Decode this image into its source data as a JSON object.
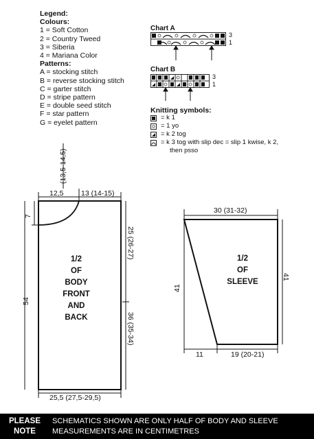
{
  "legend": {
    "title": "Legend:",
    "colours_title": "Colours:",
    "colours": [
      "1 = Soft Cotton",
      "2 = Country Tweed",
      "3 = Siberia",
      "4 = Mariana Color"
    ],
    "patterns_title": "Patterns:",
    "patterns": [
      "A = stocking stitch",
      "B = reverse stocking stitch",
      "C = garter stitch",
      "D = stripe pattern",
      "E = double seed stitch",
      "F = star pattern",
      "G = eyelet pattern"
    ]
  },
  "chart_a": {
    "title": "Chart A",
    "row_top": "3",
    "row_bottom": "1"
  },
  "chart_b": {
    "title": "Chart B",
    "row_top": "3",
    "row_bottom": "1"
  },
  "symbols": {
    "title": "Knitting symbols:",
    "items": [
      "= k 1",
      "= 1 yo",
      "= k 2 tog",
      "= k 3 tog with slip dec = slip 1 kwise, k 2,"
    ],
    "continuation": "then psso"
  },
  "body": {
    "label_lines": [
      "1/2",
      "OF",
      "BODY",
      "FRONT",
      "AND",
      "BACK"
    ],
    "neck_depth_top": "(13,5-14,5)",
    "neck_width": "12,5",
    "shoulder": "13 (14-15)",
    "neck_drop": "7",
    "armhole": "25 (26-27)",
    "side": "36 (35-34)",
    "length": "54",
    "bottom": "25,5 (27,5-29,5)"
  },
  "sleeve": {
    "label_lines": [
      "1/2",
      "OF",
      "SLEEVE"
    ],
    "top": "30 (31-32)",
    "left_side": "41",
    "right_side": "41",
    "bottom_offset": "11",
    "bottom": "19 (20-21)"
  },
  "footer": {
    "please": "PLEASE",
    "note": "NOTE",
    "line1": "SCHEMATICS SHOWN ARE ONLY HALF OF BODY AND SLEEVE",
    "line2": "MEASUREMENTS ARE IN CENTIMETRES"
  }
}
